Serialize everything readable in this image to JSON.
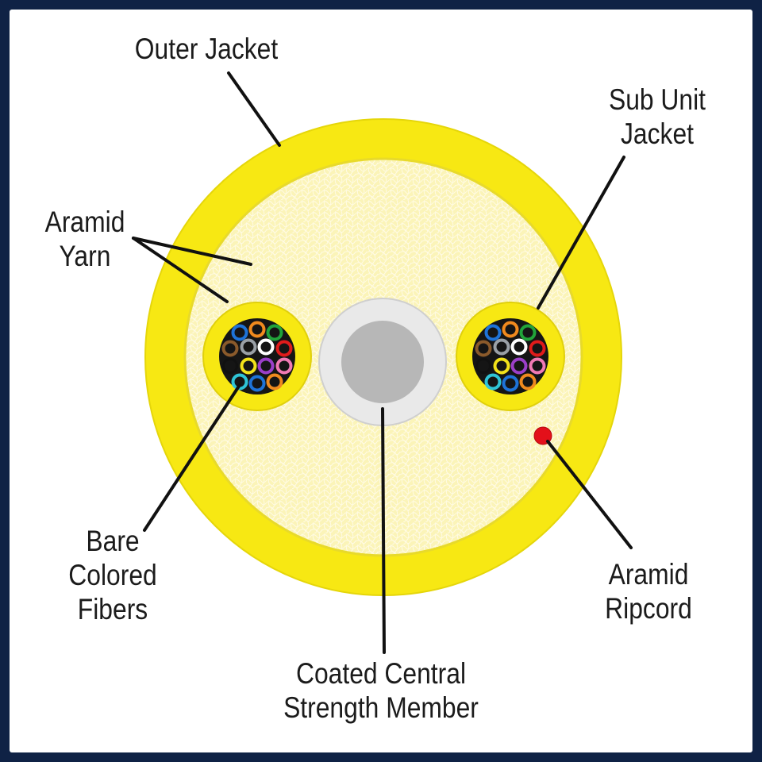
{
  "labels": {
    "outer_jacket": "Outer Jacket",
    "sub_unit_jacket": [
      "Sub Unit",
      "Jacket"
    ],
    "aramid_yarn": [
      "Aramid",
      "Yarn"
    ],
    "bare_colored_fibers": [
      "Bare",
      "Colored",
      "Fibers"
    ],
    "aramid_ripcord": [
      "Aramid",
      "Ripcord"
    ],
    "coated_central_strength_member": [
      "Coated Central",
      "Strength Member"
    ]
  },
  "colors": {
    "outer_jacket": "#f7e813",
    "aramid_yarn": "#fbf4b8",
    "sub_unit_jacket": "#f7e813",
    "fiber_bundle_core": "#151515",
    "strength_member_coating": "#e9e9e9",
    "strength_member_core": "#b7b7b7",
    "ripcord": "#e3101a",
    "leader_line": "#111111",
    "frame_border": "#0f2245"
  },
  "fiber_colors": [
    "#1e73d8",
    "#f08a1e",
    "#21a33a",
    "#8a5a2b",
    "#9aa0a6",
    "#ffffff",
    "#e01b1b",
    "#111111",
    "#f2e21a",
    "#9b3fc9",
    "#f07ab4",
    "#2fc4d6"
  ]
}
